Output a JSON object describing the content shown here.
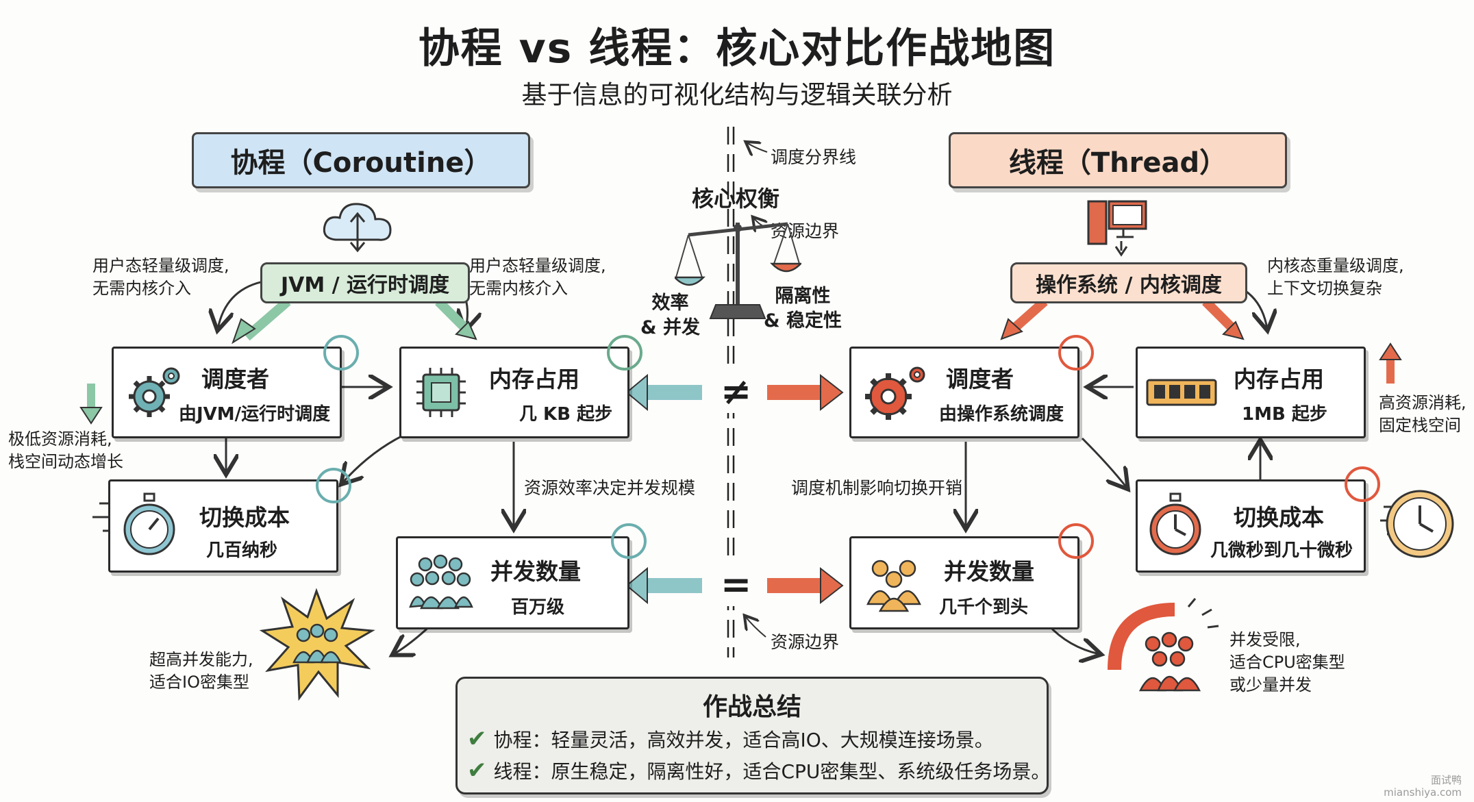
{
  "title": "协程 vs 线程：核心对比作战地图",
  "subtitle": "基于信息的可视化结构与逻辑关联分析",
  "left_header": "协程（Coroutine）",
  "right_header": "线程（Thread）",
  "left_scheduler_tag": "JVM / 运行时调度",
  "right_scheduler_tag": "操作系统 / 内核调度",
  "left_notes": {
    "top_left": [
      "用户态轻量级调度,",
      "无需内核介入"
    ],
    "top_right": [
      "用户态轻量级调度,",
      "无需内核介入"
    ],
    "side": [
      "极低资源消耗,",
      "栈空间动态增长"
    ],
    "mid": "资源效率决定并发规模",
    "bottom": [
      "超高并发能力,",
      "适合IO密集型"
    ]
  },
  "right_notes": {
    "top": [
      "内核态重量级调度,",
      "上下文切换复杂"
    ],
    "side": [
      "高资源消耗,",
      "固定栈空间"
    ],
    "mid": "调度机制影响切换开销",
    "bottom": [
      "并发受限,",
      "适合CPU密集型",
      "或少量并发"
    ]
  },
  "left_boxes": {
    "scheduler": {
      "title": "调度者",
      "desc": "由JVM/运行时调度"
    },
    "memory": {
      "title": "内存占用",
      "desc": "几 KB 起步"
    },
    "switch": {
      "title": "切换成本",
      "desc": "几百纳秒"
    },
    "concurrency": {
      "title": "并发数量",
      "desc": "百万级"
    }
  },
  "right_boxes": {
    "scheduler": {
      "title": "调度者",
      "desc": "由操作系统调度"
    },
    "memory": {
      "title": "内存占用",
      "desc": "1MB 起步"
    },
    "switch": {
      "title": "切换成本",
      "desc": "几微秒到几十微秒"
    },
    "concurrency": {
      "title": "并发数量",
      "desc": "几千个到头"
    }
  },
  "center": {
    "divider_label": "调度分界线",
    "balance_title": "核心权衡",
    "resource_boundary_top": "资源边界",
    "left_pan": [
      "效率",
      "& 并发"
    ],
    "right_pan": [
      "隔离性",
      "& 稳定性"
    ],
    "resource_boundary_bottom": "资源边界",
    "not_equal": "≠",
    "equal": "="
  },
  "summary": {
    "title": "作战总结",
    "lines": [
      "协程：轻量灵活，高效并发，适合高IO、大规模连接场景。",
      "线程：原生稳定，隔离性好，适合CPU密集型、系统级任务场景。"
    ]
  },
  "watermark": [
    "面试鸭",
    "mianshiya.com"
  ],
  "colors": {
    "blue": "#cfe4f4",
    "green": "#6aaa8c",
    "orange": "#e0583d",
    "teal": "#4a9aa0"
  }
}
